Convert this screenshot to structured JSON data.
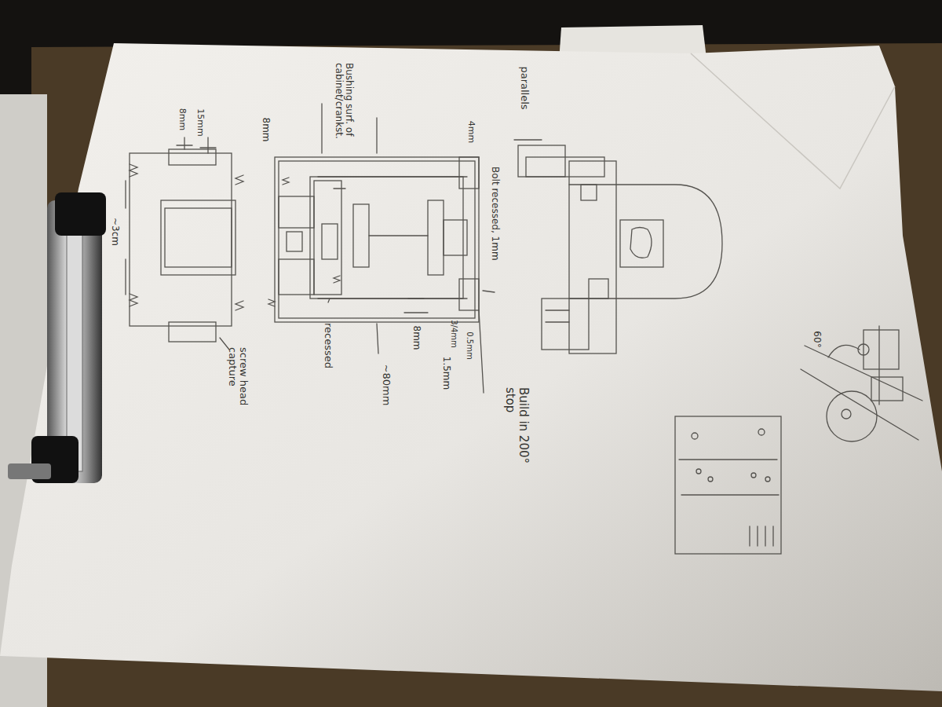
{
  "diagram": {
    "labels": [
      "8mm",
      "15mm",
      "8mm",
      "~3cm",
      "Bushing surf. of cabinet/crankst.",
      "4mm",
      "parallels",
      "Bolt recessed, 1mm",
      "screw head capture",
      "recessed",
      "~80mm",
      "8mm",
      "1.5mm",
      "3/4mm",
      "0.5mm",
      "Build in 200° stop",
      "60°"
    ]
  }
}
